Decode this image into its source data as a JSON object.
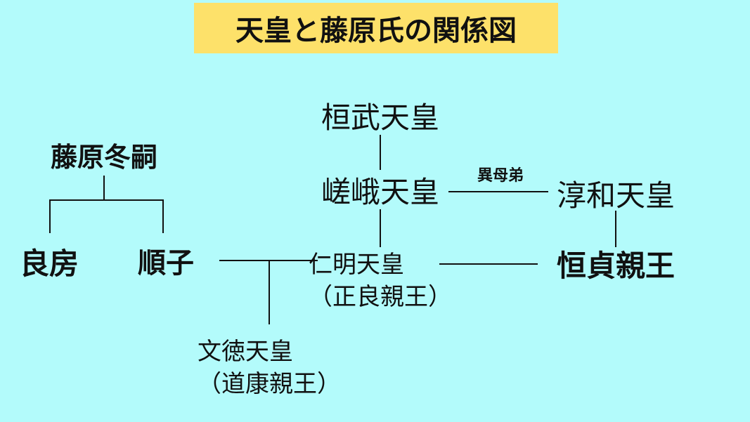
{
  "title": "天皇と藤原氏の関係図",
  "colors": {
    "background": "#b3fbfb",
    "title_background": "#fde16a",
    "text": "#111111",
    "lines": "#111111"
  },
  "nodes": {
    "fujiwara_fuyutsugu": "藤原冬嗣",
    "yoshifusa": "良房",
    "junshi": "順子",
    "kanmu": "桓武天皇",
    "saga": "嵯峨天皇",
    "junna": "淳和天皇",
    "ibobotei_label": "異母弟",
    "ninmyo": "仁明天皇",
    "ninmyo_sub": "（正良親王）",
    "tsunesada": "恒貞親王",
    "montoku": "文徳天皇",
    "montoku_sub": "（道康親王）"
  }
}
